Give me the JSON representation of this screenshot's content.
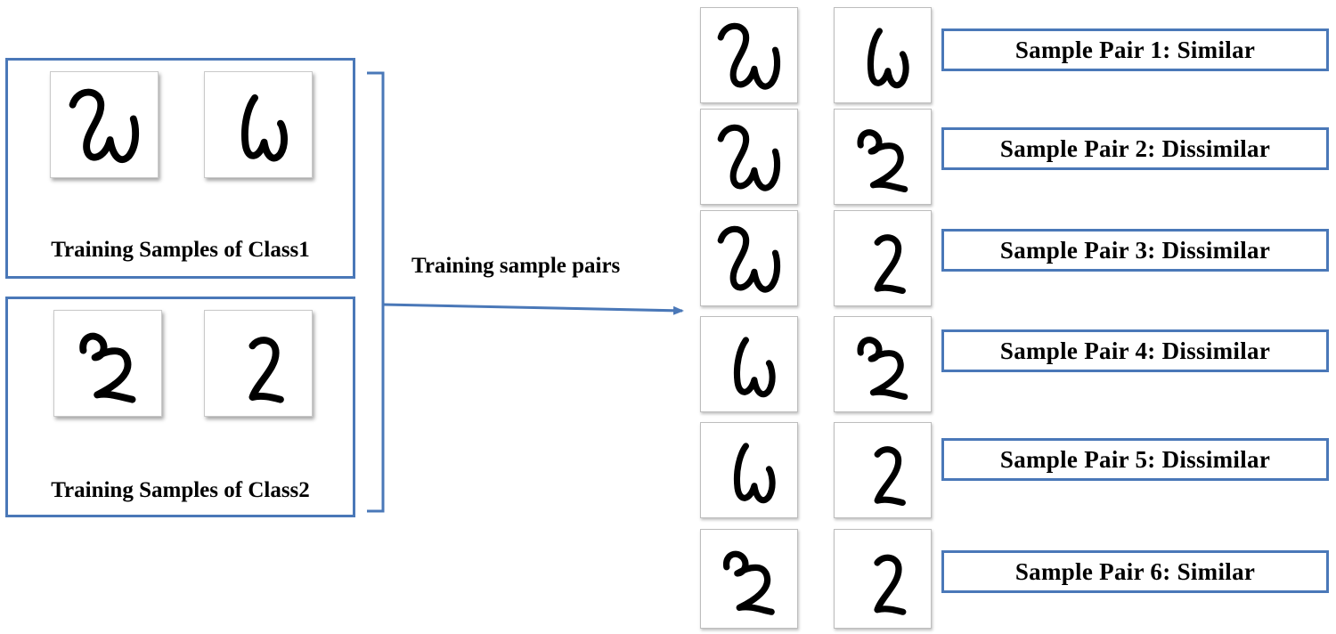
{
  "groups": [
    {
      "label": "Training Samples of Class1",
      "glyphs": [
        "char-a",
        "char-b"
      ]
    },
    {
      "label": "Training Samples of Class2",
      "glyphs": [
        "char-c",
        "char-d"
      ]
    }
  ],
  "arrow_label": "Training sample pairs",
  "pairs": [
    {
      "label": "Sample Pair 1: Similar",
      "left": "char-a",
      "right": "char-b"
    },
    {
      "label": "Sample Pair 2: Dissimilar",
      "left": "char-a",
      "right": "char-c"
    },
    {
      "label": "Sample Pair 3: Dissimilar",
      "left": "char-a",
      "right": "char-d"
    },
    {
      "label": "Sample Pair 4: Dissimilar",
      "left": "char-b",
      "right": "char-c"
    },
    {
      "label": "Sample Pair 5: Dissimilar",
      "left": "char-b",
      "right": "char-d"
    },
    {
      "label": "Sample Pair 6: Similar",
      "left": "char-c",
      "right": "char-d"
    }
  ],
  "colors": {
    "accent": "#4a78b8",
    "ink": "#000000"
  }
}
